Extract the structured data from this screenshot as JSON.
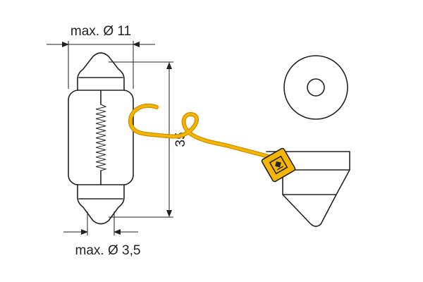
{
  "labels": {
    "top_diameter": "max. Ø 11",
    "bottom_diameter": "max. Ø 3,5",
    "length": "35"
  },
  "colors": {
    "line": "#222222",
    "cable": "#f4b400",
    "cable_outline": "#c98f00",
    "tag_fill": "#f4b400",
    "tag_border": "#222222",
    "background": "#ffffff"
  },
  "icons": {
    "tag_symbol": "blister-pack-icon"
  }
}
